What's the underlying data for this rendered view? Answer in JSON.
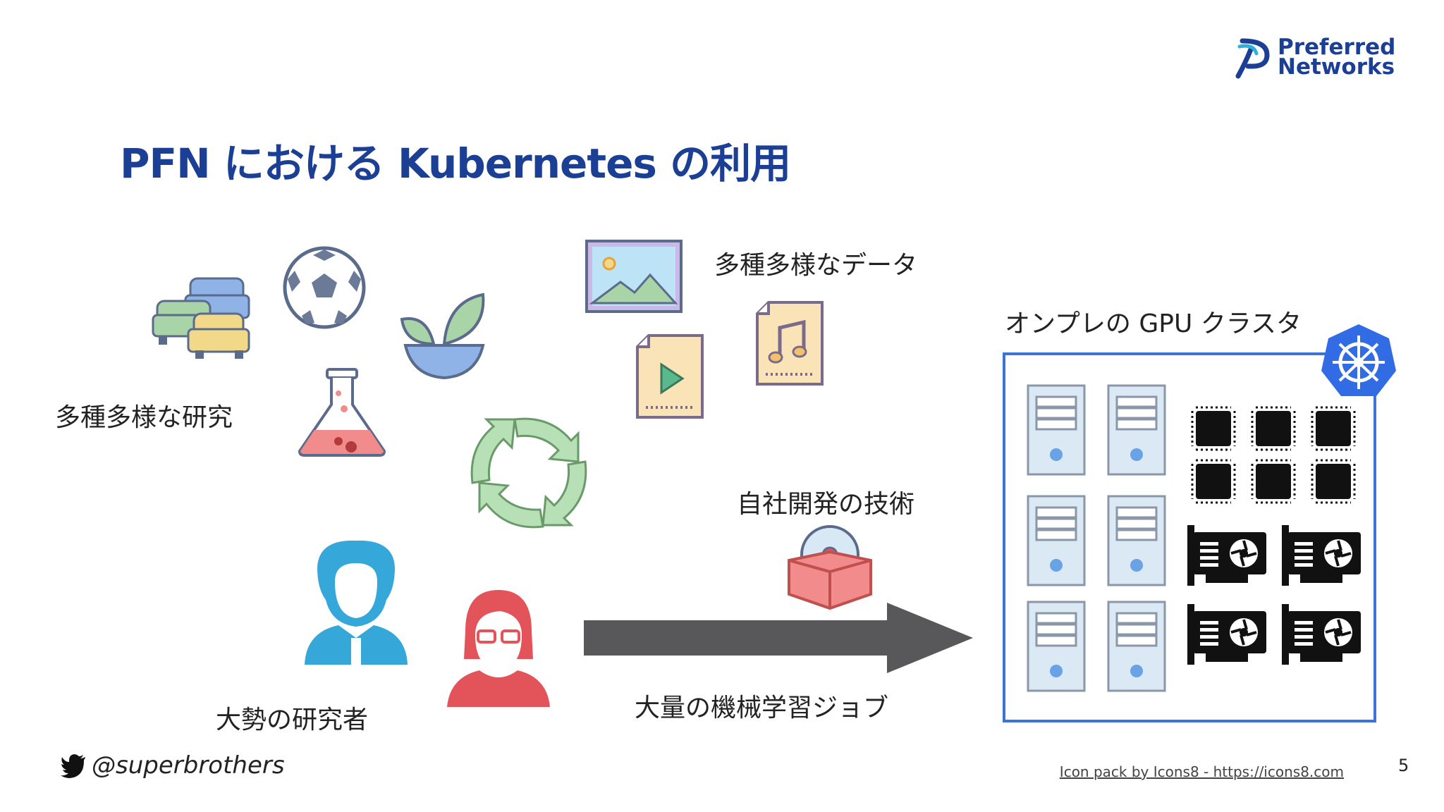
{
  "header": {
    "title": "PFN における Kubernetes の利用",
    "logo_line1": "Preferred",
    "logo_line2": "Networks"
  },
  "labels": {
    "diverse_research": "多種多様な研究",
    "diverse_data": "多種多様なデータ",
    "onprem_cluster": "オンプレの GPU クラスタ",
    "inhouse_tech": "自社開発の技術",
    "researchers": "大勢の研究者",
    "ml_jobs": "大量の機械学習ジョブ"
  },
  "footer": {
    "twitter": "@superbrothers",
    "credit": "Icon pack by Icons8 - https://icons8.com",
    "page": "5"
  },
  "icons": [
    "cars-icon",
    "soccer-ball-icon",
    "plant-icon",
    "flask-icon",
    "image-file-icon",
    "video-file-icon",
    "music-file-icon",
    "refresh-cycle-icon",
    "person-male-icon",
    "person-female-icon",
    "disc-box-icon",
    "kubernetes-icon",
    "server-icon",
    "cpu-chip-icon",
    "gpu-card-icon",
    "twitter-icon",
    "arrow-right-icon"
  ],
  "colors": {
    "brand_blue": "#1b3f94",
    "cluster_border": "#3b73d8",
    "arrow": "#58585b",
    "kubernetes": "#326ce5"
  }
}
